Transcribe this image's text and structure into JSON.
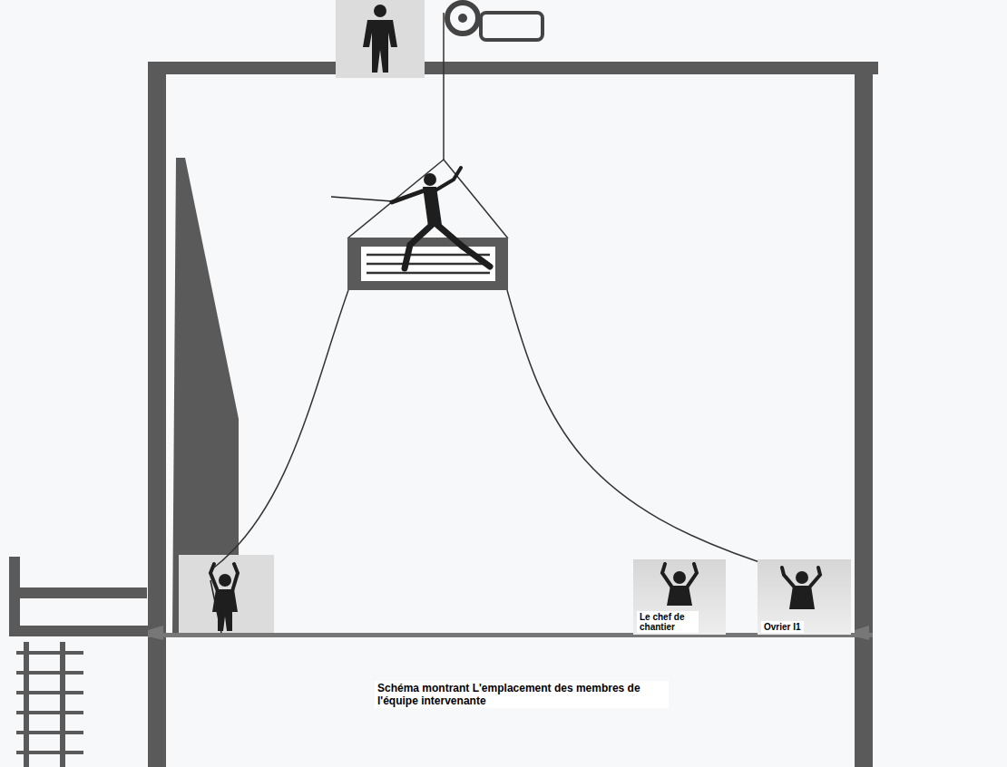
{
  "diagram": {
    "caption": "Schéma montrant L'emplacement des membres de l'équipe intervenante",
    "nodes": [
      {
        "text": [
          "Le chef de chantier"
        ]
      },
      {
        "text": [
          "Ovrier I1"
        ]
      }
    ]
  }
}
